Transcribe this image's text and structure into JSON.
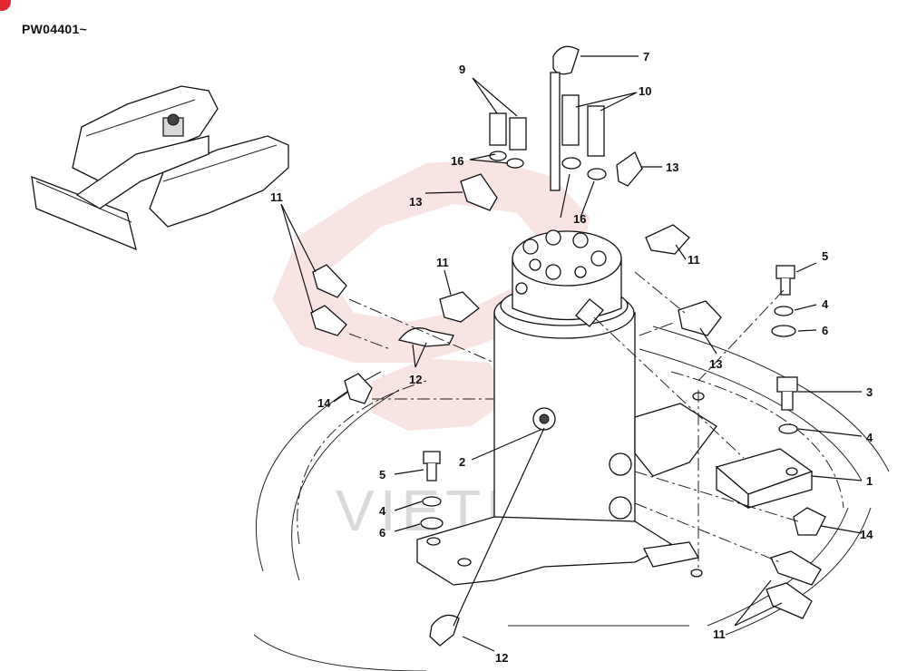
{
  "header": {
    "serial": "PW04401~"
  },
  "watermark": {
    "text": "VIETEX",
    "color": "#f3c4c4"
  },
  "colors": {
    "accent_mark": "#e3262f",
    "line": "#111111"
  },
  "callouts": [
    {
      "id": "c1",
      "label": "1"
    },
    {
      "id": "c2",
      "label": "2"
    },
    {
      "id": "c3",
      "label": "3"
    },
    {
      "id": "c4a",
      "label": "4"
    },
    {
      "id": "c4b",
      "label": "4"
    },
    {
      "id": "c4c",
      "label": "4"
    },
    {
      "id": "c5a",
      "label": "5"
    },
    {
      "id": "c5b",
      "label": "5"
    },
    {
      "id": "c6a",
      "label": "6"
    },
    {
      "id": "c6b",
      "label": "6"
    },
    {
      "id": "c7",
      "label": "7"
    },
    {
      "id": "c9",
      "label": "9"
    },
    {
      "id": "c10",
      "label": "10"
    },
    {
      "id": "c11a",
      "label": "11"
    },
    {
      "id": "c11b",
      "label": "11"
    },
    {
      "id": "c11c",
      "label": "11"
    },
    {
      "id": "c11d",
      "label": "11"
    },
    {
      "id": "c12a",
      "label": "12"
    },
    {
      "id": "c12b",
      "label": "12"
    },
    {
      "id": "c13a",
      "label": "13"
    },
    {
      "id": "c13b",
      "label": "13"
    },
    {
      "id": "c13c",
      "label": "13"
    },
    {
      "id": "c14a",
      "label": "14"
    },
    {
      "id": "c14b",
      "label": "14"
    },
    {
      "id": "c16a",
      "label": "16"
    },
    {
      "id": "c16b",
      "label": "16"
    }
  ]
}
